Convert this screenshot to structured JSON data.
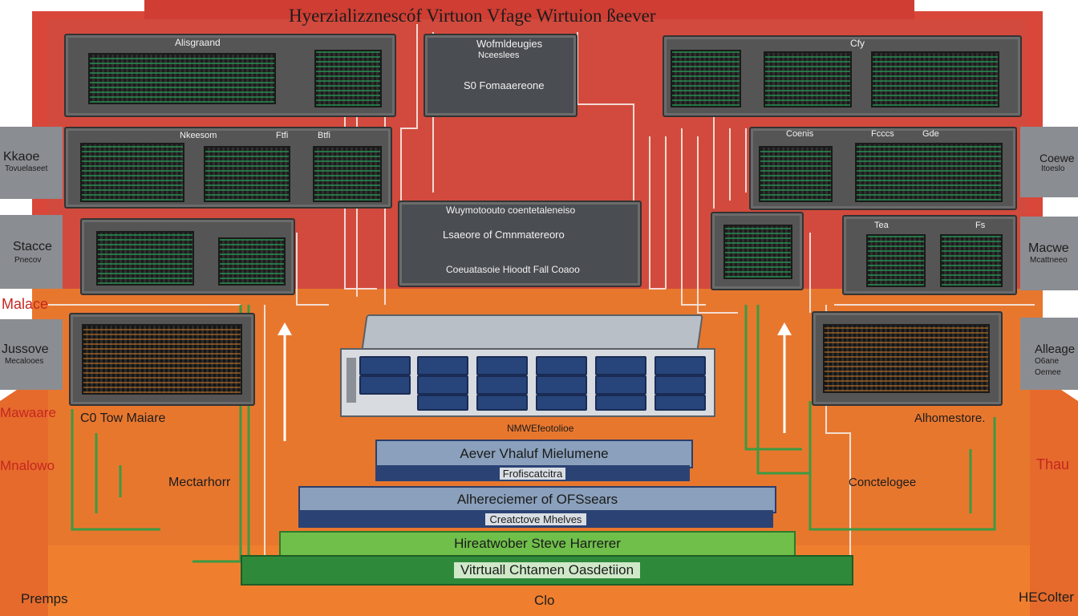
{
  "title": "Hyerzializznescóf Virtuon Vfage Wirtuion ßeever",
  "colors": {
    "red_backdrop": "#d8473a",
    "orange_floor": "#e8772e",
    "server_body": "#4e5155",
    "server_bay": "#27457a",
    "green_wire": "#3b9a43",
    "white_wire": "#f5e9e4"
  },
  "top_center_box": {
    "line1": "Wofmldeugies",
    "line2": "Nceeslees",
    "line3": "S0 Fomaaereone"
  },
  "center_box": {
    "line1": "Wuymotoouto coentetaleneiso",
    "line2": "Lsaeore of Cmnmatereoro",
    "line3": "Coeuatasoie Hioodt Fall Coaoo"
  },
  "left_labels": {
    "row1": "Alisgraand",
    "row2a": "Nkeesom",
    "row2b": "Ftfi",
    "row2c": "Btfi",
    "side1_main": "Kkaoe",
    "side1_sub": "Tovuelaseet",
    "side2_main": "Stacce",
    "side2_sub": "Pnecov",
    "side3": "Malace",
    "side4_main": "Jussove",
    "side4_sub": "Mecalooes",
    "side5": "Mawaare",
    "side6": "Mnalowo",
    "bottom": "Premps",
    "c0_label": "C0 Tow Maiare",
    "medium_label": "Mectarhorr"
  },
  "right_labels": {
    "row1": "Cfy",
    "row2a": "Coenis",
    "row2b": "Fcccs",
    "row2c": "Gde",
    "row3a": "Tea",
    "row3b": "Fs",
    "side1_main": "Coewe",
    "side1_sub": "Itoeslo",
    "side2_main": "Macwe",
    "side2_sub": "Mcattneeo",
    "side3_main": "Alleage",
    "side3_sub": "O6ane",
    "side3_sub2": "Oemee",
    "side4": "Thau",
    "bottom": "HEColter",
    "home_label": "Alhomestore.",
    "conc_label": "Conctelogee"
  },
  "center_server": {
    "label": "NMWEfeotolioe"
  },
  "tiers": {
    "tier1_title": "Aever  Vhaluf Mielumene",
    "tier1_sub": "Frofiscatcitra",
    "tier2_title": "Alhereciemer of OFSsears",
    "tier2_sub": "Creatctove Mhelves",
    "tier3_title": "Hireatwober Steve Harrerer",
    "tier4_title": "Vitrtuall Chtamen Oasdetiion"
  },
  "bottom_center": "Clo"
}
